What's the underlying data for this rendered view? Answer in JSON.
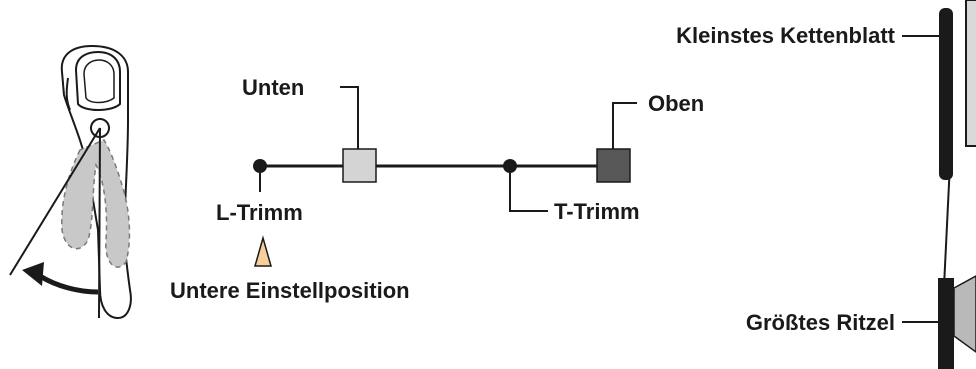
{
  "labels": {
    "unten": "Unten",
    "oben": "Oben",
    "l_trimm": "L-Trimm",
    "t_trimm": "T-Trimm",
    "untere_einstellposition": "Untere Einstellposition",
    "kleinstes_kettenblatt": "Kleinstes Kettenblatt",
    "groesstes_ritzel": "Größtes Ritzel"
  },
  "colors": {
    "line": "#1a1a1a",
    "unten_box": "#d4d4d4",
    "oben_box": "#575757",
    "lever_fill": "#c8c8c8",
    "pointer_arrow": "#f7cf9a",
    "sprocket": "#b9b9b9"
  },
  "icons": {
    "shift_lever": "shift-lever-icon",
    "lever_direction": "curved-arrow-icon",
    "pointer": "pointer-arrow-icon",
    "chainring": "chainring-icon",
    "sprocket": "sprocket-icon"
  }
}
